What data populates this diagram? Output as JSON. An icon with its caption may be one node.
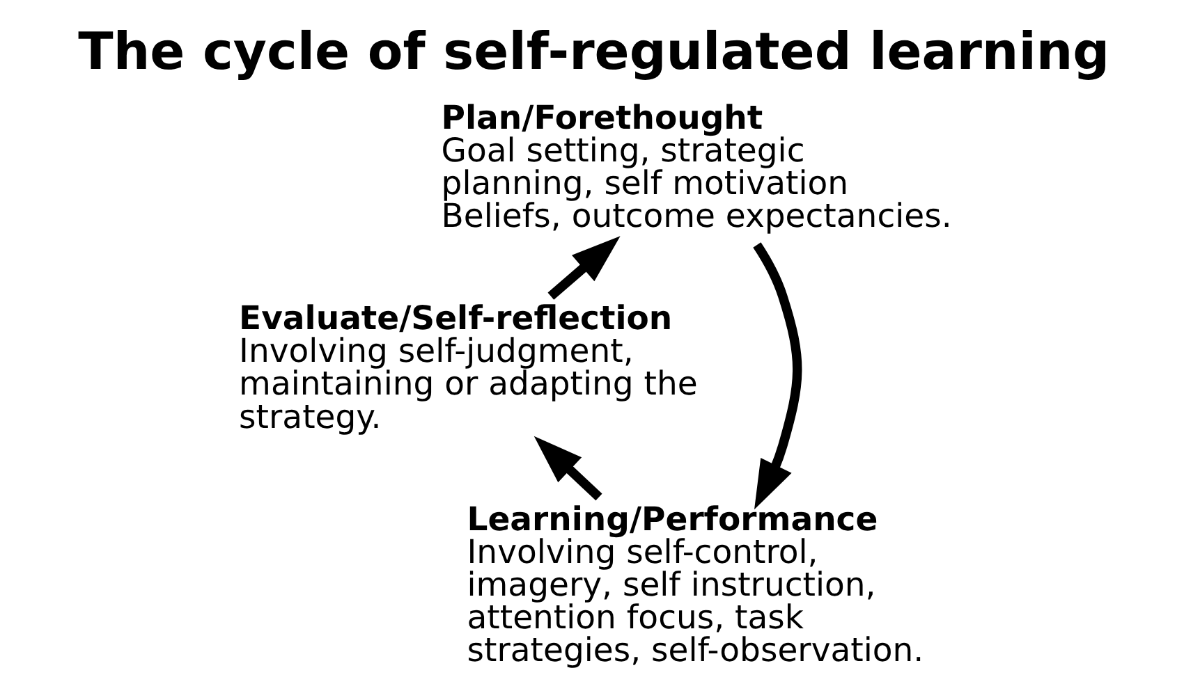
{
  "diagram": {
    "title": "The cycle of self-regulated learning",
    "nodes": [
      {
        "text": [
          "Plan/Forethought",
          "Goal setting, strategic planning, self motivation Beliefs, outcome expectancies."
        ]
      },
      {
        "text": [
          "Learning/Performance",
          "Involving self-control, imagery, self instruction, attention focus, task strategies, self-observation."
        ]
      },
      {
        "text": [
          "Evaluate/Self-reflection",
          "Involving self-judgment, maintaining or adapting the strategy."
        ]
      }
    ],
    "edges": [
      {
        "from": 0,
        "to": 1,
        "arrow": "to"
      },
      {
        "from": 1,
        "to": 2,
        "arrow": "to"
      },
      {
        "from": 2,
        "to": 0,
        "arrow": "to"
      }
    ]
  }
}
